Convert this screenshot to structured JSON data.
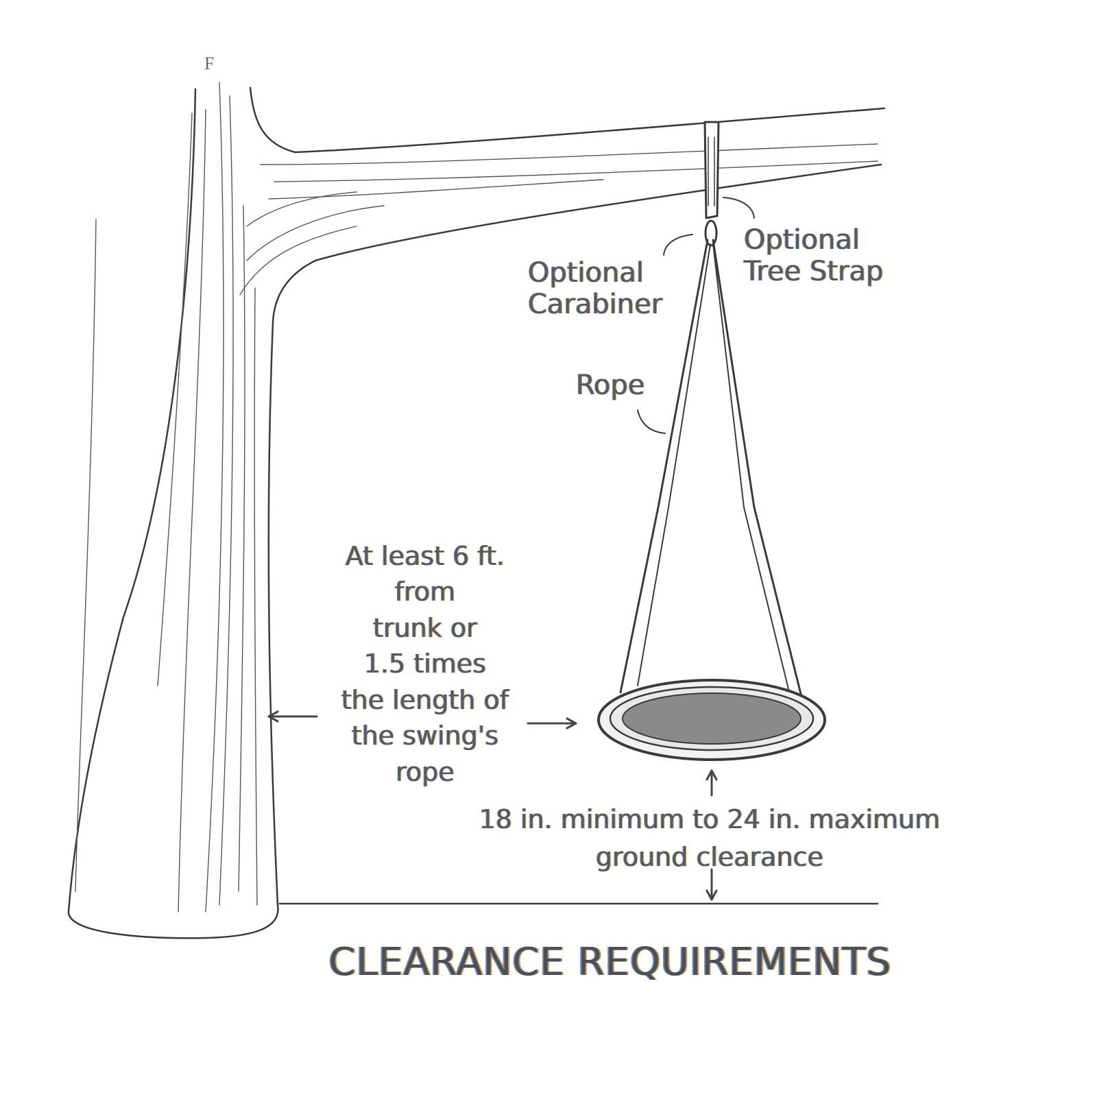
{
  "labels": {
    "corner_mark": "F",
    "tree_strap": "Optional\nTree Strap",
    "carabiner": "Optional\nCarabiner",
    "rope": "Rope",
    "distance": "At least 6 ft.\nfrom\ntrunk or\n1.5 times\nthe length of\nthe swing's\nrope",
    "ground_clearance": "18 in. minimum to 24 in. maximum\nground clearance",
    "title": "CLEARANCE REQUIREMENTS"
  },
  "colors": {
    "line": "#333333",
    "text": "#56595f",
    "seat_fill": "#8a8a8a",
    "fringe_warm": "#c79a55",
    "fringe_cool": "#6f8bb0"
  }
}
